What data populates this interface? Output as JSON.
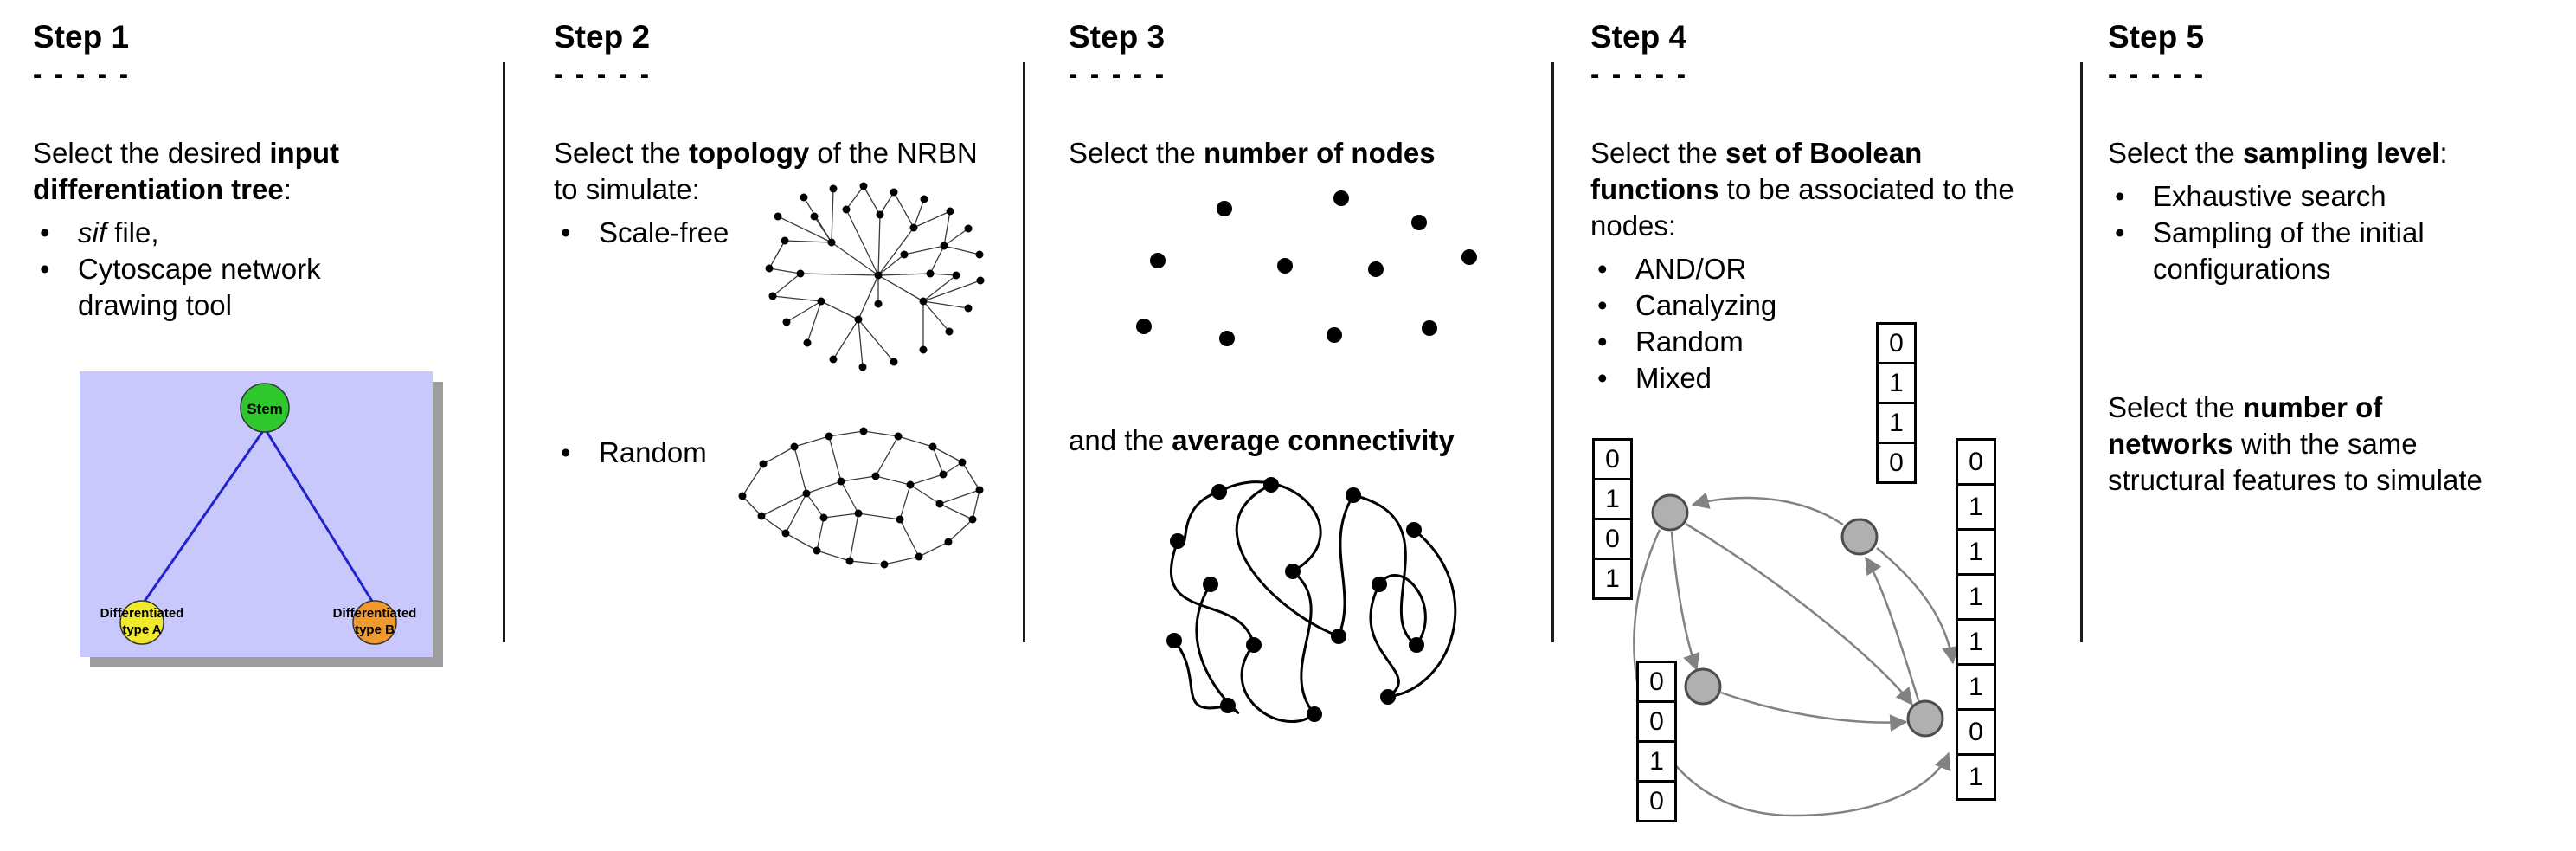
{
  "glyphs": {
    "bullet": "•"
  },
  "steps": {
    "step1": {
      "title": "Step 1",
      "dashes": "- - - - -",
      "intro": {
        "pre": "Select the desired ",
        "bold": "input differentiation tree",
        "post": ":"
      },
      "bullets": {
        "item1": {
          "italic": "sif",
          "rest": " file,"
        },
        "item2": "Cytoscape network drawing tool"
      },
      "tree": {
        "stem_label": "Stem",
        "node_a_line1": "Differentiated",
        "node_a_line2": "type A",
        "node_b_line1": "Differentiated",
        "node_b_line2": "type B",
        "colors": {
          "panel": "#c8c8fd",
          "shadow": "#9e9e9e",
          "stem_node": "#2ec82e",
          "node_a": "#f0e92c",
          "node_b": "#f0992e",
          "edge": "#2323cc"
        }
      }
    },
    "step2": {
      "title": "Step 2",
      "dashes": "- - - - -",
      "intro": {
        "pre": "Select the ",
        "bold": "topology",
        "post": " of the NRBN to simulate:"
      },
      "bullets": {
        "item1": "Scale-free",
        "item2": "Random"
      }
    },
    "step3": {
      "title": "Step 3",
      "dashes": "- - - - -",
      "line1": {
        "pre": "Select the ",
        "bold": "number of nodes",
        "post": ""
      },
      "line2": {
        "pre": "and the ",
        "bold": "average connectivity",
        "post": ""
      }
    },
    "step4": {
      "title": "Step 4",
      "dashes": "- - - - -",
      "intro": {
        "pre": "Select the ",
        "bold": "set of Boolean functions",
        "post": " to be associated to the nodes:"
      },
      "bullets": {
        "item1": "AND/OR",
        "item2": "Canalyzing",
        "item3": "Random",
        "item4": "Mixed"
      },
      "truth_tables": {
        "left": [
          "0",
          "1",
          "0",
          "1"
        ],
        "top": [
          "0",
          "1",
          "1",
          "0"
        ],
        "bottom_left": [
          "0",
          "0",
          "1",
          "0"
        ],
        "right": [
          "0",
          "1",
          "1",
          "1",
          "1",
          "1",
          "0",
          "1"
        ]
      },
      "colors": {
        "node_fill": "#b0b0b0",
        "arrow": "#828282"
      }
    },
    "step5": {
      "title": "Step 5",
      "dashes": "- - - - -",
      "intro": {
        "pre": "Select the ",
        "bold": "sampling level",
        "post": ":"
      },
      "bullets": {
        "item1": "Exhaustive search",
        "item2": "Sampling of the initial configurations"
      },
      "para2": {
        "line1_pre": "Select the ",
        "line1_bold": "number of",
        "line2_bold": "networks",
        "line2_rest": " with the same",
        "line3": "structural features to simulate"
      }
    }
  }
}
